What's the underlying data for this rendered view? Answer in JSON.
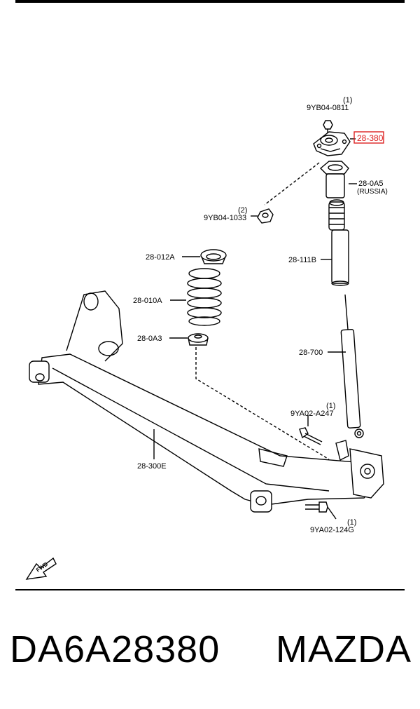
{
  "callouts": {
    "nut_top": {
      "code": "9YB04-0811",
      "qty": "(1)"
    },
    "mount": {
      "code": "28-380"
    },
    "bumper_cover": {
      "code": "28-0A5",
      "note": "(RUSSIA)"
    },
    "nut_mid": {
      "code": "9YB04-1033",
      "qty": "(2)"
    },
    "dust_boot": {
      "code": "28-111B"
    },
    "spring_seat_upper": {
      "code": "28-012A"
    },
    "spring": {
      "code": "28-010A"
    },
    "spring_seat_lower": {
      "code": "28-0A3"
    },
    "shock_absorber": {
      "code": "28-700"
    },
    "bolt_upper": {
      "code": "9YA02-A247",
      "qty": "(1)"
    },
    "axle_beam": {
      "code": "28-300E"
    },
    "bolt_lower": {
      "code": "9YA02-124G",
      "qty": "(1)"
    },
    "fwd_arrow": {
      "label": "FWD"
    }
  },
  "highlight_color": "#dd2222",
  "footer": {
    "part_number": "DA6A28380",
    "brand": "MAZDA"
  }
}
